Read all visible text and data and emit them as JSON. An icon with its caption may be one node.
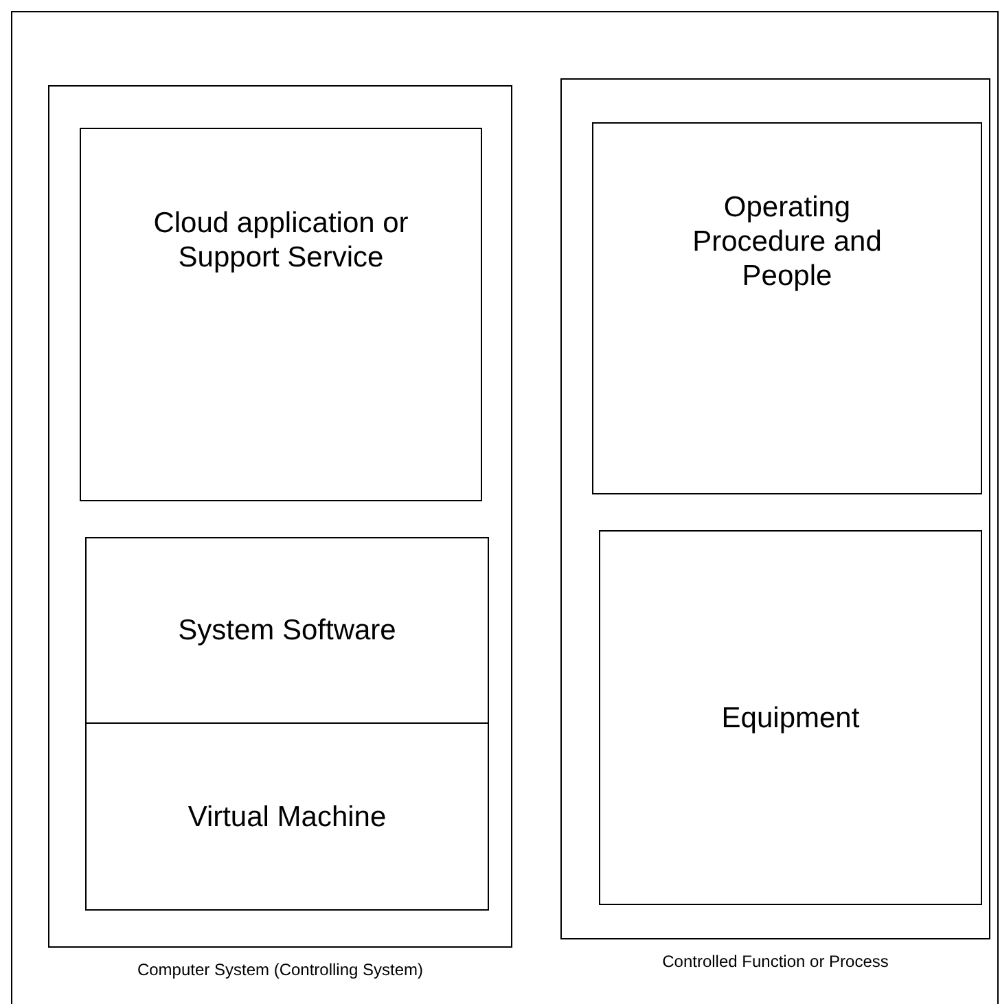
{
  "diagram": {
    "nodes": [
      {
        "text": [
          "Computer System (Controlling System)"
        ]
      },
      {
        "text": [
          "Cloud application or Support Service"
        ],
        "in": 0
      },
      {
        "text": [
          "System Software"
        ],
        "in": 0
      },
      {
        "text": [
          "Virtual Machine"
        ],
        "in": 0
      },
      {
        "text": [
          "Controlled Function or Process"
        ]
      },
      {
        "text": [
          "Operating Procedure and People"
        ],
        "in": 4
      },
      {
        "text": [
          "Equipment"
        ],
        "in": 4
      }
    ]
  }
}
